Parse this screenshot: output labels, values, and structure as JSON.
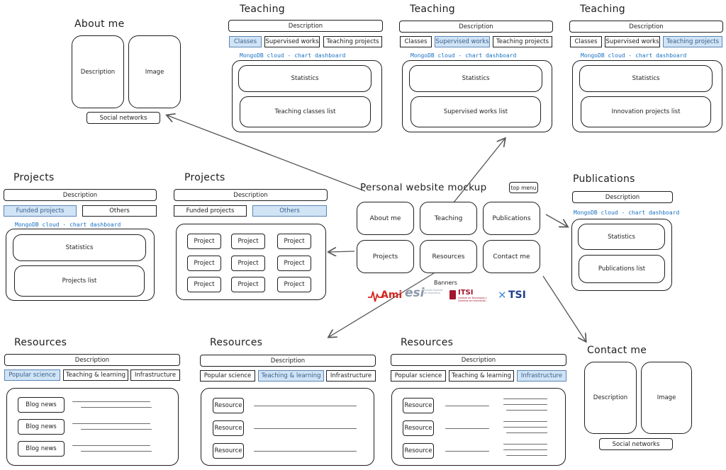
{
  "teaching": {
    "title": "Teaching",
    "description": "Description",
    "tabs": [
      "Classes",
      "Supervised works",
      "Teaching projects"
    ],
    "link": "MongoDB cloud - chart dashboard",
    "statistics": "Statistics",
    "lists": [
      "Teaching classes list",
      "Supervised works list",
      "Innovation projects list"
    ]
  },
  "about": {
    "title": "About me",
    "description": "Description",
    "image": "Image",
    "social": "Social networks"
  },
  "projects": {
    "title": "Projects",
    "description": "Description",
    "tabs": [
      "Funded projects",
      "Others"
    ],
    "link": "MongoDB cloud - chart dashboard",
    "statistics": "Statistics",
    "list": "Projects list",
    "project": "Project"
  },
  "hub": {
    "title": "Personal website mockup",
    "top_menu": "top menu",
    "buttons": [
      "About me",
      "Teaching",
      "Publications",
      "Projects",
      "Resources",
      "Contact me"
    ],
    "banners": "Banners",
    "logos": [
      "Ami",
      "esi",
      "ITSI",
      "TSI"
    ],
    "esi_caption": "Escuela Superior de Informática",
    "itsi_caption": "Instituto de Tecnologías y Sistemas de Información"
  },
  "publications": {
    "title": "Publications",
    "description": "Description",
    "link": "MongoDB cloud - chart dashboard",
    "statistics": "Statistics",
    "list": "Publications list"
  },
  "resources": {
    "title": "Resources",
    "description": "Description",
    "tabs": [
      "Popular science",
      "Teaching & learning",
      "Infrastructure"
    ],
    "blog": "Blog news",
    "resource": "Resource"
  },
  "contact": {
    "title": "Contact me",
    "description": "Description",
    "image": "Image",
    "social": "Social networks"
  },
  "colors": {
    "selected_fill": "#d0e4f6",
    "selected_border": "#5b84b5",
    "link": "#1971c2",
    "ami_red": "#d7261e",
    "itsi_red": "#a3152d",
    "tsi_blue": "#1f3f8f",
    "esi_gray": "#8a98a8"
  }
}
